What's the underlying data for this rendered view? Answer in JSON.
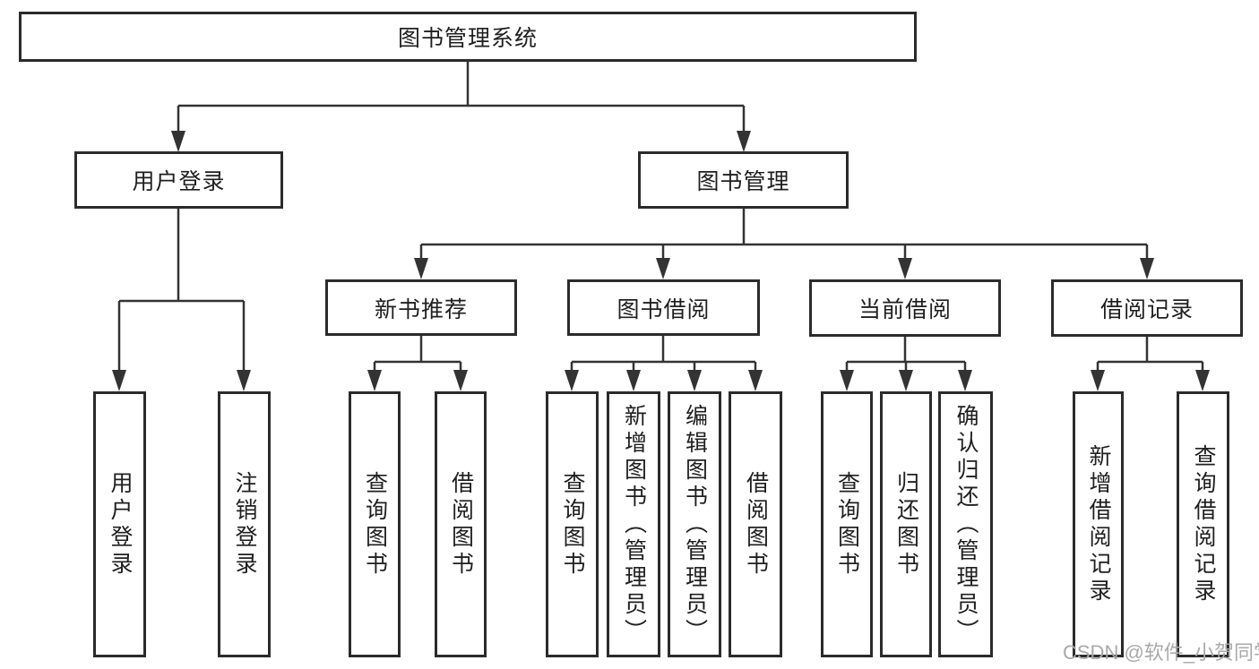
{
  "colors": {
    "line": "#333333",
    "box_border": "#2b2b2b",
    "box_fill": "#ffffff",
    "text": "#1f1f1f",
    "watermark": "#a9a9a9",
    "background": "#ffffff"
  },
  "tree": {
    "label": "图书管理系统",
    "children": [
      {
        "label": "用户登录",
        "children": [
          {
            "label": "用户登录"
          },
          {
            "label": "注销登录"
          }
        ]
      },
      {
        "label": "图书管理",
        "children": [
          {
            "label": "新书推荐",
            "children": [
              {
                "label": "查询图书"
              },
              {
                "label": "借阅图书"
              }
            ]
          },
          {
            "label": "图书借阅",
            "children": [
              {
                "label": "查询图书"
              },
              {
                "label": "新增图书（管理员）"
              },
              {
                "label": "编辑图书（管理员）"
              },
              {
                "label": "借阅图书"
              }
            ]
          },
          {
            "label": "当前借阅",
            "children": [
              {
                "label": "查询图书"
              },
              {
                "label": "归还图书"
              },
              {
                "label": "确认归还（管理员）"
              }
            ]
          },
          {
            "label": "借阅记录",
            "children": [
              {
                "label": "新增借阅记录"
              },
              {
                "label": "查询借阅记录"
              }
            ]
          }
        ]
      }
    ]
  },
  "watermark": {
    "text": "CSDN @软件_小贺同学"
  }
}
